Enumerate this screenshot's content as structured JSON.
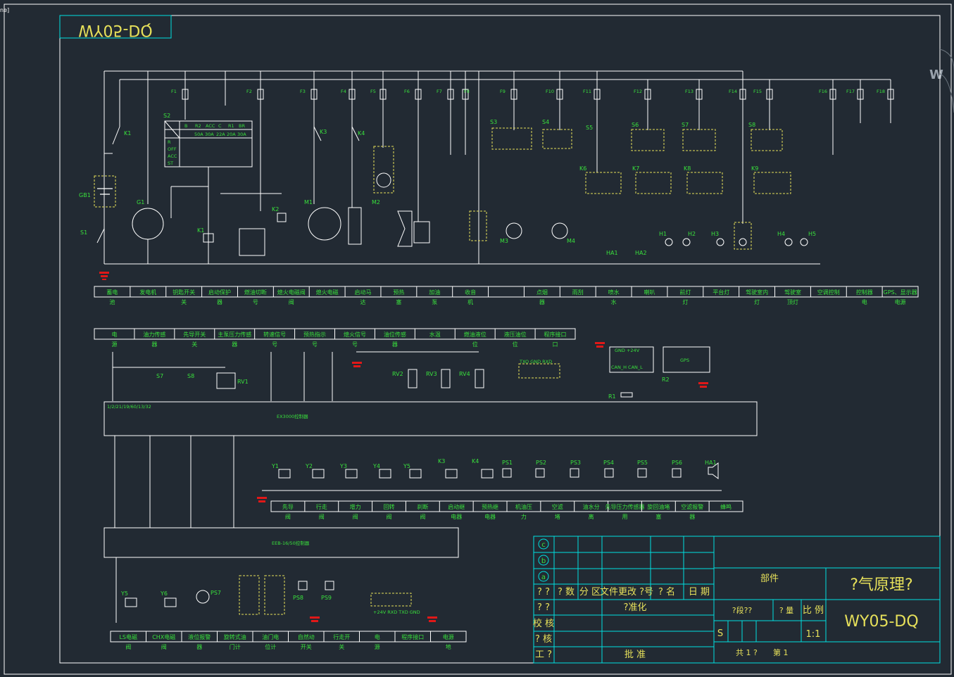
{
  "window": {
    "tag": "ne]"
  },
  "watermark_mark": "W",
  "top_title_mirrored": "WY05-DQ",
  "fuses": [
    "F1",
    "F2",
    "F3",
    "F4",
    "F5",
    "F6",
    "F7",
    "F8",
    "F9",
    "F10",
    "F11",
    "F12",
    "F13",
    "F14",
    "F15",
    "F16",
    "F17",
    "F18"
  ],
  "components": {
    "k1": "K1",
    "k1b": "K1",
    "k2": "K2",
    "k3": "K3",
    "k4": "K4",
    "k6": "K6",
    "k7": "K7",
    "k8": "K8",
    "k9": "K9",
    "s1": "S1",
    "s2": "S2",
    "s3": "S3",
    "s4": "S4",
    "s5": "S5",
    "s6": "S6",
    "s7": "S7",
    "s8": "S8",
    "gb1": "GB1",
    "g1": "G1",
    "m1": "M1",
    "m2": "M2",
    "m3": "M3",
    "m4": "M4",
    "ha1": "HA1",
    "ha2": "HA2",
    "h1": "H1",
    "h2": "H2",
    "h3": "H3",
    "h4": "H4",
    "h5": "H5",
    "rv1": "RV1",
    "rv2": "RV2",
    "rv3": "RV3",
    "rv4": "RV4",
    "r1": "R1",
    "r2": "R2",
    "y1": "Y1",
    "y2": "Y2",
    "y3": "Y3",
    "y4": "Y4",
    "y5": "Y5",
    "y5b": "Y5",
    "y6": "Y6",
    "k3b": "K3",
    "k4b": "K4",
    "ps1": "PS1",
    "ps2": "PS2",
    "ps3": "PS3",
    "ps4": "PS4",
    "ps5": "PS5",
    "ps6": "PS6",
    "ps7": "PS7",
    "ps8": "PS8",
    "ps9": "PS9",
    "ha1b": "HA1",
    "gps": "GPS",
    "rx": "TXO  GND  RXD",
    "can": "CAN_H    CAN_L",
    "gnd24": "GND    +24V",
    "rs": "+24V RXD  TXD GND"
  },
  "switch_table": {
    "headers": [
      "B",
      "R2",
      "ACC",
      "C",
      "R1",
      "BR"
    ],
    "ratings": [
      "",
      "50A",
      "30A",
      "22A",
      "20A",
      "30A"
    ],
    "rows": [
      "R",
      "OFF",
      "ACC",
      "ST"
    ]
  },
  "controllers": {
    "ex": "EX3000控制器",
    "ex_left_pins": "1/2/21/19/60/13/32",
    "eeb": "EEB-16/50控制器"
  },
  "top_bar_labels": [
    "蓄电",
    "发电机",
    "钥匙开关",
    "启动保护",
    "燃油切断",
    "熄火电磁阀",
    "熄火电磁",
    "启动马",
    "预热",
    "加油",
    "收音",
    "",
    "点烟",
    "雨刮",
    "喷水",
    "喇叭",
    "前灯",
    "平台灯",
    "驾驶室内",
    "驾驶室",
    "空调控制",
    "控制器",
    "GPS、显示器"
  ],
  "top_bar_sub": [
    "池",
    "",
    "关",
    "器",
    "号",
    "阀",
    "",
    "达",
    "塞",
    "泵",
    "机",
    "",
    "器",
    "",
    "水",
    "",
    "灯",
    "",
    "灯",
    "顶灯",
    "",
    "电",
    "电源"
  ],
  "mid_bar_labels": [
    "电",
    "油力传感",
    "先导开关",
    "主泵压力传感",
    "转速信号",
    "预热指示",
    "熄火信号",
    "油位传感",
    "水温",
    "燃油液位",
    "液压油位",
    "程序接口"
  ],
  "mid_bar_sub": [
    "源",
    "器",
    "关",
    "器",
    "号",
    "号",
    "号",
    "器",
    "",
    "位",
    "位",
    "口"
  ],
  "bottom_bar_labels": [
    "先导",
    "行走",
    "增力",
    "回转",
    "刹断",
    "启动继",
    "预热继",
    "机油压",
    "空滤",
    "油水分",
    "先导压力传感器",
    "旋回油堵",
    "空滤报警",
    "蜂鸣"
  ],
  "bottom_bar_sub": [
    "阀",
    "阀",
    "阀",
    "阀",
    "阀",
    "电器",
    "电器",
    "力",
    "堵",
    "离",
    "用",
    "塞",
    "器",
    ""
  ],
  "eeb_bar_labels": [
    "LS电磁",
    "CHX电磁",
    "液位报警",
    "旋转式油",
    "油门电",
    "自然动",
    "行走开",
    "电",
    "程序接口",
    "电源"
  ],
  "eeb_bar_sub": [
    "阀",
    "阀",
    "器",
    "门计",
    "位计",
    "开关",
    "关",
    "源",
    "",
    "地"
  ],
  "title_block": {
    "rev_marks": [
      "c",
      "b",
      "a"
    ],
    "col_headers": [
      "? ?",
      "? 数",
      "分 区",
      "文件更改 ?号",
      "? 名",
      "日 期"
    ],
    "row_labels": [
      "? ?",
      "校 核",
      "? 核",
      "工 ?"
    ],
    "approve": "?准化",
    "ratify": "批 准",
    "part": "部件",
    "stage": "?段??",
    "weight": "? 量",
    "scale_label": "比 例",
    "scale": "1:1",
    "stage_mark": "S",
    "sheets": "共  1 ?",
    "sheet_no": "第   1",
    "drawing_title": "?气原理?",
    "drawing_no": "WY05-DQ"
  }
}
